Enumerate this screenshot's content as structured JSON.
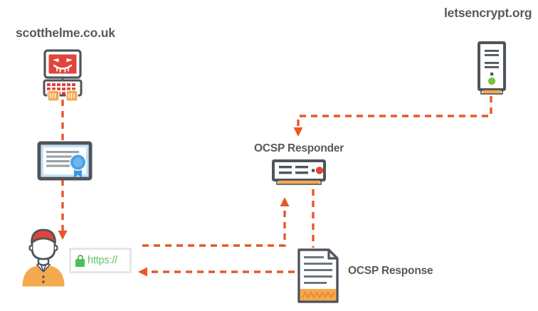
{
  "diagram": {
    "title_nodes": {
      "site": "scotthelme.co.uk",
      "ca": "letsencrypt.org",
      "responder": "OCSP Responder",
      "response": "OCSP Response"
    },
    "browser": {
      "url_text": "https://",
      "lock_icon": "padlock-icon",
      "lock_color": "#4fbf55",
      "text_color": "#63c363"
    },
    "icons": {
      "hacker_computer": "hacker-computer-icon",
      "certificate": "certificate-icon",
      "user": "user-avatar-icon",
      "rack_server": "rack-server-icon",
      "tower_server": "tower-server-icon",
      "document": "signed-document-icon"
    },
    "colors": {
      "arrow": "#e8572a",
      "label_text": "#58595b",
      "icon_outline": "#4d545c",
      "accent_orange": "#f5a94f",
      "accent_red": "#e0453a",
      "accent_blue": "#4aa3e8",
      "accent_green": "#7ac143",
      "line_gray": "#5a6068"
    },
    "flows": [
      {
        "name": "ca-to-responder",
        "from": "letsencrypt.org",
        "to": "OCSP Responder",
        "style": "dashed",
        "arrowhead": true
      },
      {
        "name": "site-to-user",
        "from": "scotthelme.co.uk",
        "to": "user",
        "via": "certificate",
        "style": "dashed",
        "arrowhead": true
      },
      {
        "name": "user-to-responder",
        "from": "browser",
        "to": "OCSP Responder",
        "style": "dashed",
        "arrowhead": true
      },
      {
        "name": "responder-to-response",
        "from": "OCSP Responder",
        "to": "OCSP Response",
        "style": "dashed",
        "arrowhead": false
      },
      {
        "name": "response-to-user",
        "from": "OCSP Response",
        "to": "user",
        "style": "dashed",
        "arrowhead": true
      }
    ]
  }
}
